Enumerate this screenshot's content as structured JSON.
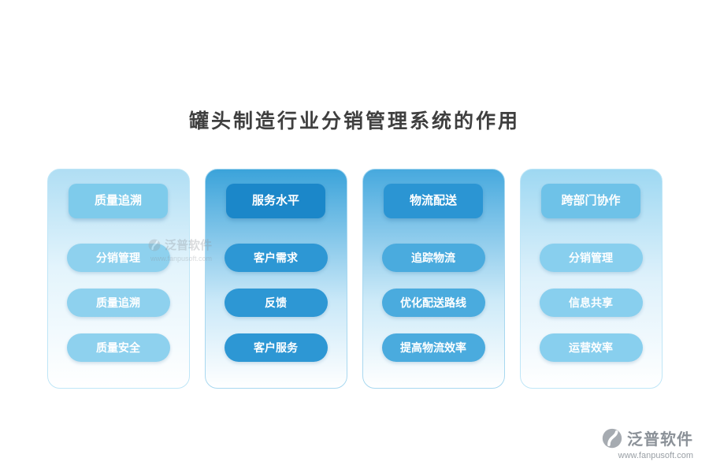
{
  "page": {
    "title": "罐头制造行业分销管理系统的作用"
  },
  "columns": [
    {
      "header": "质量追溯",
      "items": [
        "分销管理",
        "质量追溯",
        "质量安全"
      ]
    },
    {
      "header": "服务水平",
      "items": [
        "客户需求",
        "反馈",
        "客户服务"
      ]
    },
    {
      "header": "物流配送",
      "items": [
        "追踪物流",
        "优化配送路线",
        "提高物流效率"
      ]
    },
    {
      "header": "跨部门协作",
      "items": [
        "分销管理",
        "信息共享",
        "运营效率"
      ]
    }
  ],
  "branding": {
    "name": "泛普软件",
    "url": "www.fanpusoft.com"
  },
  "colors": {
    "card1_header": "#7ecbeb",
    "card1_item": "#8ed1ee",
    "card2_header": "#1b87c9",
    "card2_item": "#2d97d4",
    "card3_header": "#2b95d3",
    "card3_item": "#4aabde",
    "card4_header": "#6ec2e8",
    "card4_item": "#88cfee",
    "title_text": "#3f3f3f",
    "watermark_text": "#9aa0a6"
  }
}
